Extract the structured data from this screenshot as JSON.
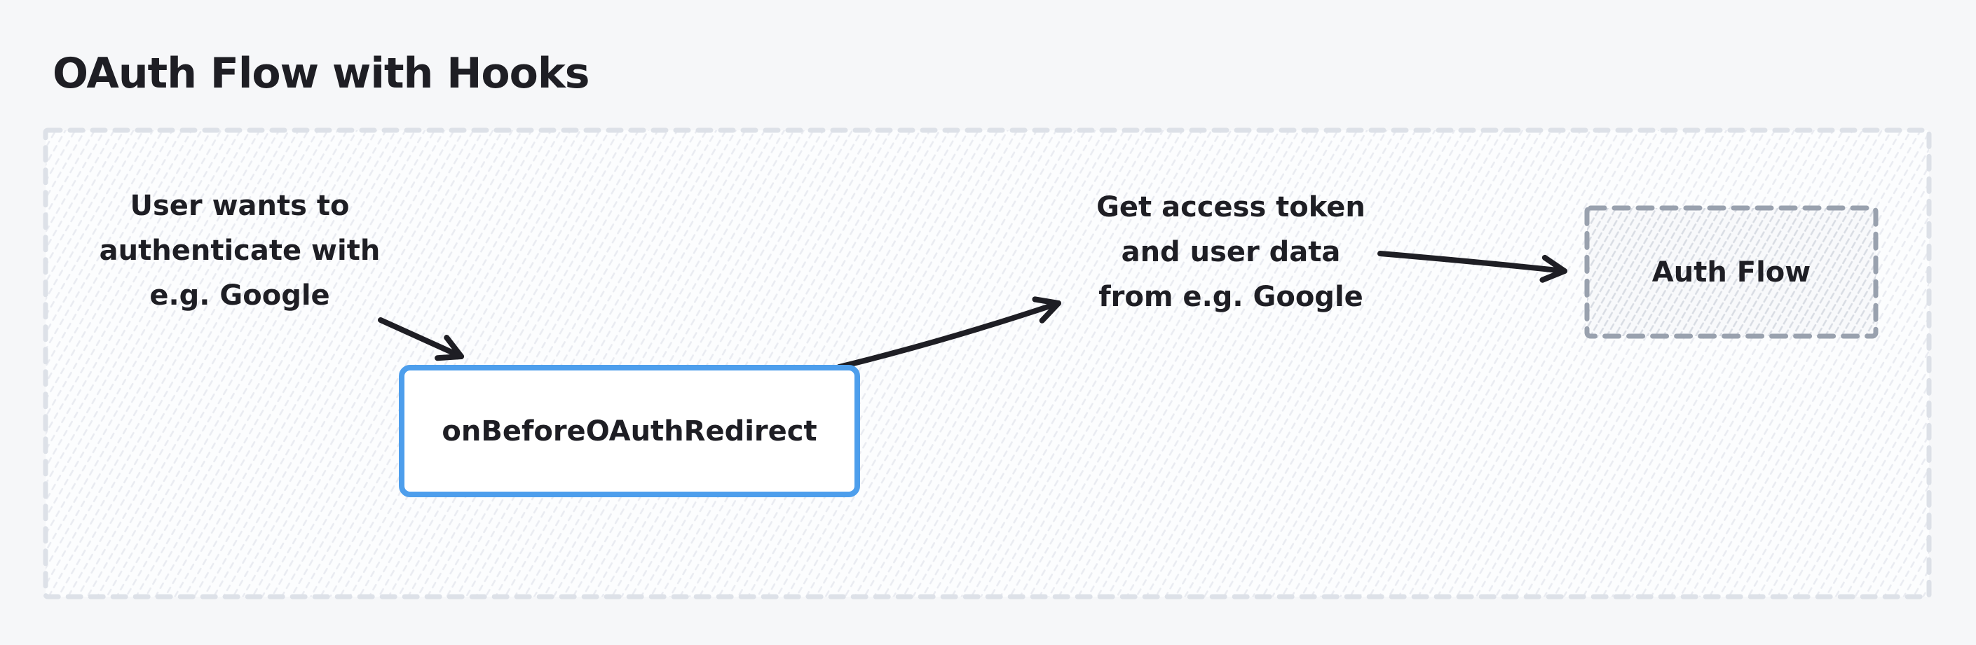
{
  "page": {
    "title": "OAuth Flow with Hooks"
  },
  "diagram": {
    "user_note": {
      "lines": [
        "User wants to",
        "authenticate with",
        "e.g. Google"
      ]
    },
    "hook_box": {
      "label": "onBeforeOAuthRedirect"
    },
    "token_note": {
      "lines": [
        "Get access token",
        "and user data",
        "from e.g. Google"
      ]
    },
    "auth_flow_box": {
      "label": "Auth Flow"
    }
  },
  "colors": {
    "page-bg": "#f6f7f9",
    "ink": "#1e1e24",
    "accent-blue": "#4d9eec",
    "hook-box-fill": "#ffffff",
    "group-dash": "#dde1e8",
    "authbox-dash": "#99a1ae",
    "hatch-light-line": "#e9ebf1",
    "hatch-light-bg": "#fcfdfe",
    "hatch-dense-line": "#d8dce3",
    "hatch-dense-bg": "#f8f9fb"
  }
}
